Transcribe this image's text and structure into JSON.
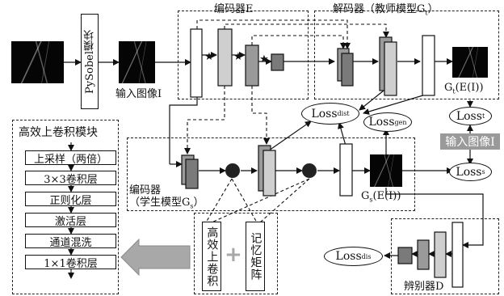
{
  "labels": {
    "sobel": "PySobel模块",
    "input_image": "输入图像I",
    "encoder_e": "编码器E",
    "decoder_teacher": "解码器（教师模型G",
    "decoder_teacher_sub": "t",
    "decoder_teacher_end": "）",
    "gt_out": "G",
    "gt_out_sub": "t",
    "gt_out_arg": "(E(I))",
    "gs_out": "G",
    "gs_out_sub": "s",
    "gs_out_arg": "(E(I))",
    "student_encoder": "编码器",
    "student_model": "（学生模型G",
    "student_model_sub": "s",
    "student_model_end": "）",
    "discriminator": "辨别器D",
    "input_image_right": "输入图像I"
  },
  "losses": {
    "dist": {
      "main": "Loss",
      "sub": "dist"
    },
    "gen": {
      "main": "Loss",
      "sub": "gen"
    },
    "t": {
      "main": "Loss",
      "sub": "t"
    },
    "s": {
      "main": "Loss",
      "sub": "s"
    },
    "dis": {
      "main": "Loss",
      "sub": "dis"
    }
  },
  "upconv": {
    "title": "高效上卷积模块",
    "steps": [
      "上采样（两倍）",
      "3×3卷积层",
      "正则化层",
      "激活层",
      "通道混洗",
      "1×1卷积层"
    ]
  },
  "legend": {
    "left": "高效上卷积",
    "plus": "+",
    "right": "记忆矩阵"
  },
  "colors": {
    "gray_fill": "#9a9a9a",
    "dark_gray": "#7a7a7a",
    "light_gray": "#cfcfcf",
    "arrow_fill": "#a8a8a8"
  }
}
